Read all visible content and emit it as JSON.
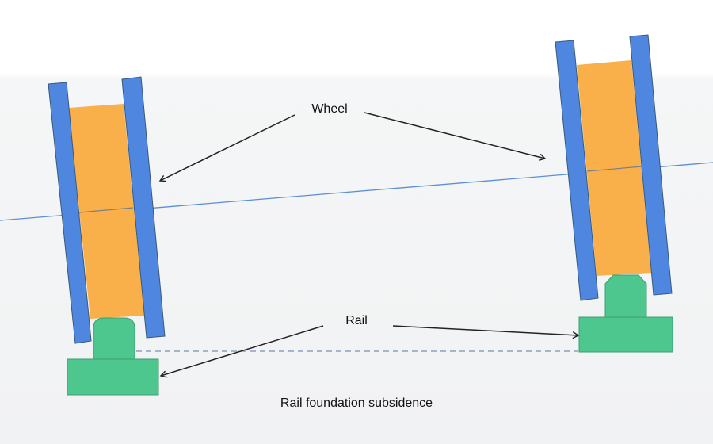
{
  "diagram": {
    "title": "Rail foundation subsidence",
    "labels": {
      "wheel": "Wheel",
      "rail": "Rail",
      "caption": "Rail foundation subsidence"
    },
    "components": [
      {
        "id": "left-wheel",
        "type": "wheel",
        "side": "left"
      },
      {
        "id": "right-wheel",
        "type": "wheel",
        "side": "right"
      },
      {
        "id": "left-rail",
        "type": "rail",
        "side": "left",
        "state": "subsided"
      },
      {
        "id": "right-rail",
        "type": "rail",
        "side": "right",
        "state": "normal"
      }
    ],
    "colors": {
      "wheel_flange": "#4F86E0",
      "wheel_tread": "#F9B04A",
      "rail": "#4EC78E",
      "outline": "#3a5a78",
      "axle_line": "#5B8FD6",
      "reference_line": "#8ea0bd",
      "arrow": "#222222"
    }
  }
}
